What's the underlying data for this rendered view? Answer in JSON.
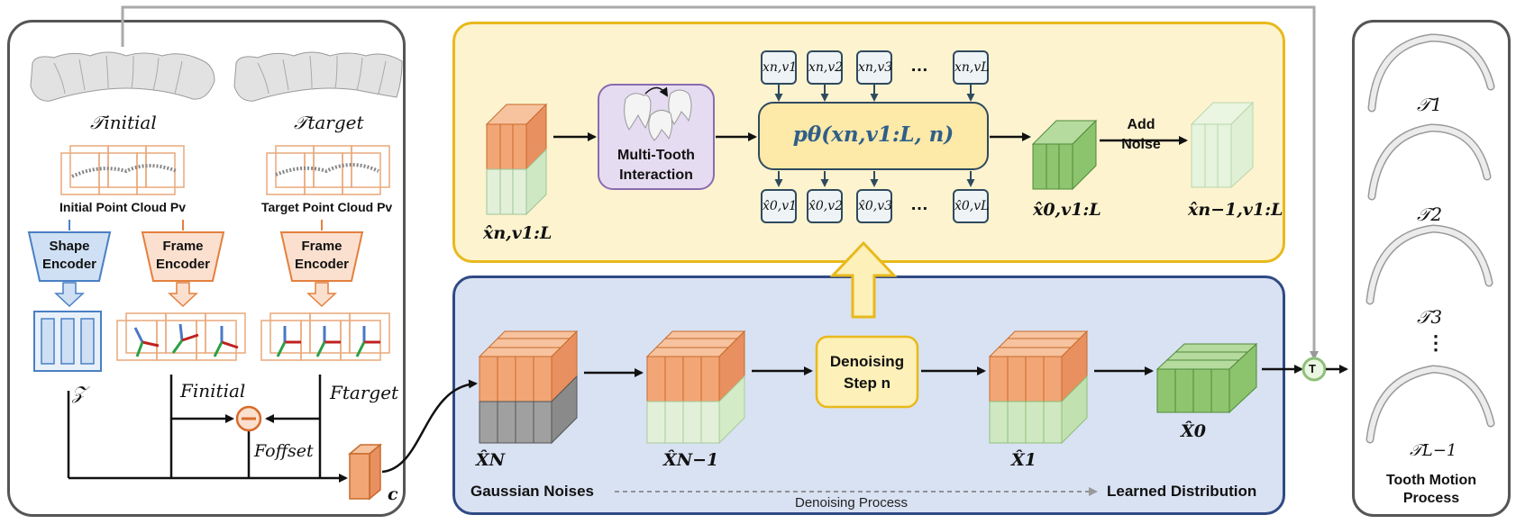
{
  "left_panel": {
    "tau_initial": "𝒯initial",
    "tau_target": "𝒯target",
    "initial_cloud_label": "Initial Point Cloud Pv",
    "target_cloud_label": "Target Point Cloud Pv",
    "shape_encoder": [
      "Shape",
      "Encoder"
    ],
    "frame_encoder": [
      "Frame",
      "Encoder"
    ],
    "z_label": "𝒵",
    "f_initial": "Finitial",
    "f_target": "Ftarget",
    "f_offset": "Foffset",
    "c_label": "c"
  },
  "top_panel": {
    "input_label": "x̂n,v1:L",
    "multi_tooth": [
      "Multi-Tooth",
      "Interaction"
    ],
    "p_theta": "pθ(xn,v1:L, n)",
    "top_nodes": [
      "xn,v1",
      "xn,v2",
      "xn,v3",
      "…",
      "xn,vL"
    ],
    "bottom_nodes": [
      "x̂0,v1",
      "x̂0,v2",
      "x̂0,v3",
      "…",
      "x̂0,vL"
    ],
    "output_label": "x̂0,v1:L",
    "add_noise": [
      "Add",
      "Noise"
    ],
    "noisy_label": "x̂n−1,v1:L"
  },
  "bottom_panel": {
    "x_n": "X̂N",
    "gaussian": "Gaussian Noises",
    "x_n1": "X̂N−1",
    "denoising_step": [
      "Denoising",
      "Step n"
    ],
    "x_1": "X̂1",
    "x_0": "X̂0",
    "learned": "Learned Distribution",
    "process": "Denoising Process"
  },
  "right_panel": {
    "t_circle": "T",
    "taus": [
      "𝒯1",
      "𝒯2",
      "𝒯3",
      "⋮",
      "𝒯L−1"
    ],
    "title": [
      "Tooth Motion",
      "Process"
    ]
  }
}
